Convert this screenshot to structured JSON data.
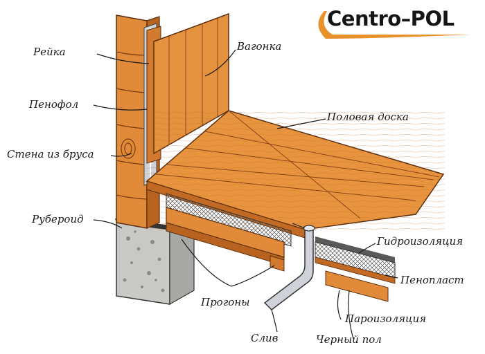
{
  "brand": {
    "name": "Centro–POL",
    "accent_color": "#e8902a"
  },
  "labels": {
    "reyka": "Рейка",
    "vagonka": "Вагонка",
    "penofol": "Пенофол",
    "polovaya_doska": "Половая доска",
    "stena": "Стена из бруса",
    "ruberoid": "Рубероид",
    "gidroizolyatsiya": "Гидроизоляция",
    "penoplast": "Пенопласт",
    "progony": "Прогоны",
    "paroizolyatsiya": "Пароизоляция",
    "sliv": "Слив",
    "cherny_pol": "Черный пол"
  },
  "colors": {
    "wood": "#e08a3a",
    "wood_dark": "#b8621f",
    "foil": "#c9ccd3",
    "concrete": "#c7c7c4"
  }
}
